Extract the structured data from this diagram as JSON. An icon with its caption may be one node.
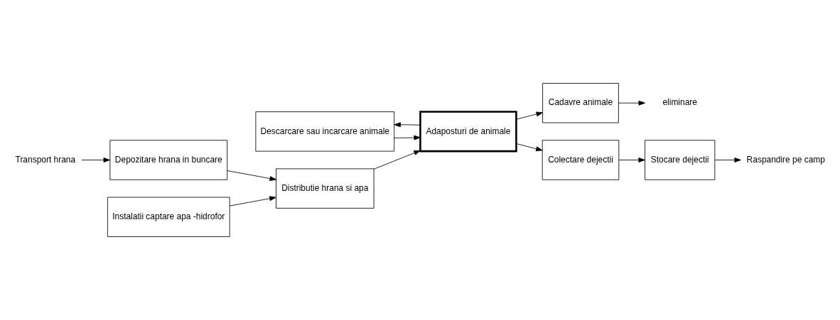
{
  "diagram": {
    "nodes": [
      {
        "text": [
          "Descarcare sau incarcare animale"
        ]
      },
      {
        "text": [
          "Adaposturi de animale"
        ]
      },
      {
        "text": [
          "Cadavre animale"
        ]
      },
      {
        "text": [
          "eliminare"
        ]
      },
      {
        "text": [
          "Distributie hrana si apa"
        ]
      },
      {
        "text": [
          "Depozitare hrana in buncare"
        ]
      },
      {
        "text": [
          "Transport hrana"
        ]
      },
      {
        "text": [
          "Instalatii captare apa -hidrofor"
        ]
      },
      {
        "text": [
          "Colectare dejectii"
        ]
      },
      {
        "text": [
          "Stocare dejectii"
        ]
      },
      {
        "text": [
          "Raspandire pe camp"
        ]
      }
    ],
    "edges": [
      {
        "from": 0,
        "to": 1,
        "arrow": "to"
      },
      {
        "from": 1,
        "to": 0,
        "arrow": "to"
      },
      {
        "from": 1,
        "to": 2,
        "arrow": "to"
      },
      {
        "from": 2,
        "to": 3,
        "arrow": "to"
      },
      {
        "from": 1,
        "to": 8,
        "arrow": "to"
      },
      {
        "from": 4,
        "to": 1,
        "arrow": "to"
      },
      {
        "from": 5,
        "to": 4,
        "arrow": "to"
      },
      {
        "from": 6,
        "to": 5,
        "arrow": "to"
      },
      {
        "from": 7,
        "to": 4,
        "arrow": "to"
      },
      {
        "from": 8,
        "to": 9,
        "arrow": "to"
      },
      {
        "from": 9,
        "to": 10,
        "arrow": "to"
      }
    ]
  }
}
